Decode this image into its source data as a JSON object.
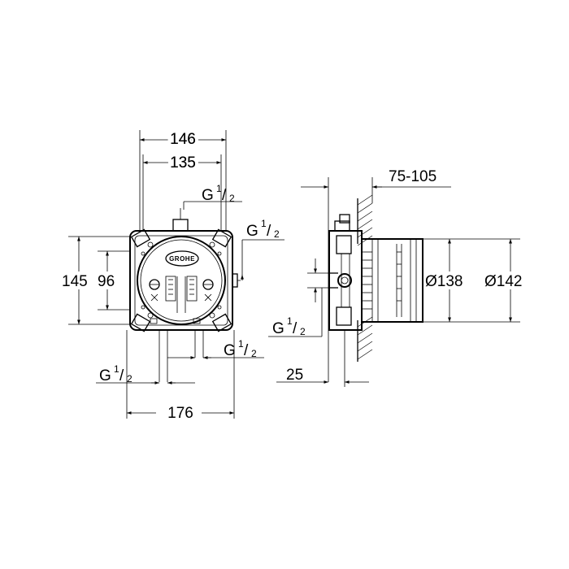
{
  "brand": {
    "logo_text": "GROHE"
  },
  "front_view": {
    "dim_width_outer": "146",
    "dim_width_inner": "135",
    "dim_height_outer": "145",
    "dim_height_inner": "96",
    "dim_bottom_width": "176",
    "thread_top": {
      "base": "G",
      "num": "1",
      "den": "2"
    },
    "thread_right": {
      "base": "G",
      "num": "1",
      "den": "2"
    },
    "thread_bottom_right": {
      "base": "G",
      "num": "1",
      "den": "2"
    },
    "thread_bottom_left": {
      "base": "G",
      "num": "1",
      "den": "2"
    }
  },
  "side_view": {
    "dim_wall_range": "75-105",
    "dim_diameter_inner": "Ø138",
    "dim_diameter_outer": "Ø142",
    "dim_depth": "25",
    "thread_left": {
      "base": "G",
      "num": "1",
      "den": "2"
    }
  }
}
